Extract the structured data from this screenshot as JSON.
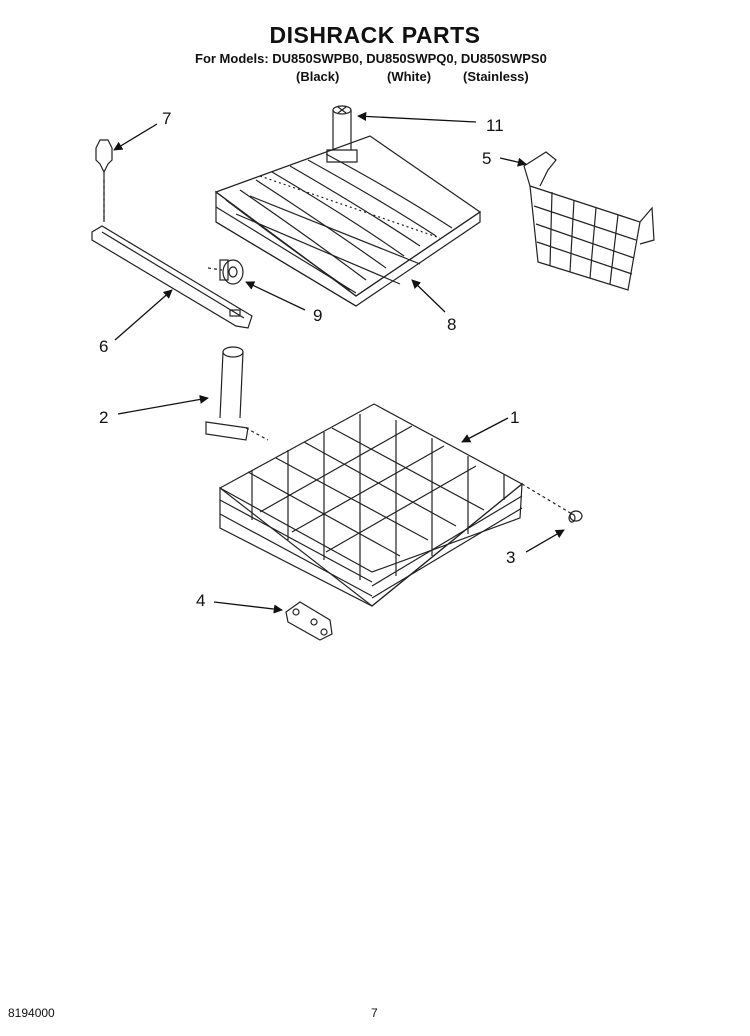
{
  "header": {
    "title": "DISHRACK PARTS",
    "models": "For Models: DU850SWPB0, DU850SWPQ0, DU850SWPS0",
    "variants": [
      "(Black)",
      "(White)",
      "(Stainless)"
    ]
  },
  "callouts": {
    "c1": "1",
    "c2": "2",
    "c3": "3",
    "c4": "4",
    "c5": "5",
    "c6": "6",
    "c7": "7",
    "c8": "8",
    "c9": "9",
    "c11": "11"
  },
  "footer": {
    "document_number": "8194000",
    "page_number": "7"
  }
}
